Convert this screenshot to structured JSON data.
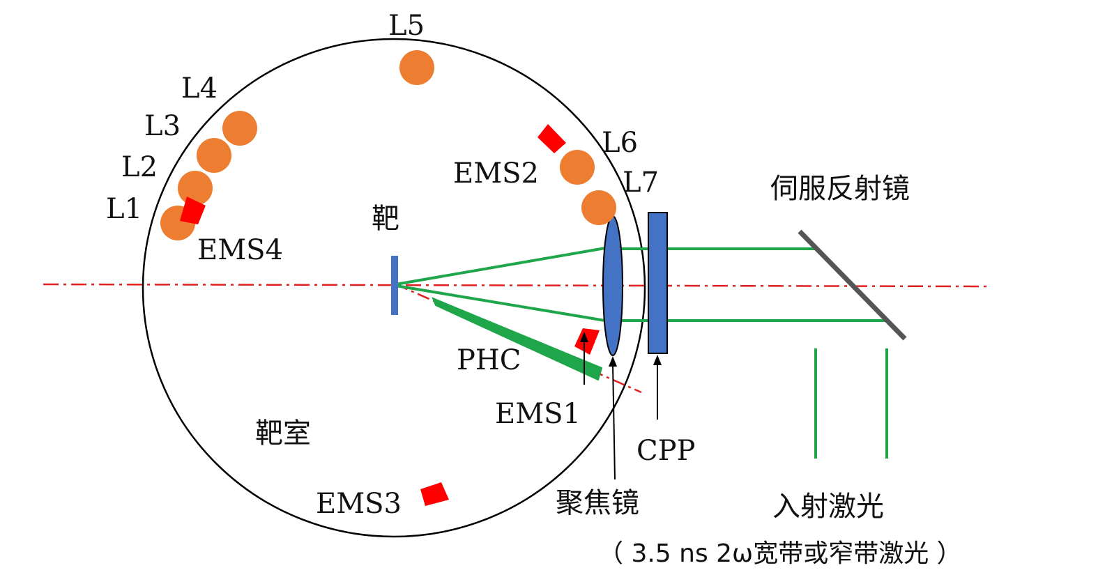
{
  "labels": {
    "l1": "L1",
    "l2": "L2",
    "l3": "L3",
    "l4": "L4",
    "l5": "L5",
    "l6": "L6",
    "l7": "L7",
    "ems1": "EMS1",
    "ems2": "EMS2",
    "ems3": "EMS3",
    "ems4": "EMS4",
    "target": "靶",
    "chamber": "靶室",
    "phc": "PHC",
    "lens": "聚焦镜",
    "cpp": "CPP",
    "mirror": "伺服反射镜",
    "incident": "入射激光",
    "laser_spec": "（ 3.5  ns  2ω宽带或窄带激光 ）"
  },
  "colors": {
    "orange": "#ed7d31",
    "red": "#ff0000",
    "green": "#1fa64a",
    "blue": "#4472c4",
    "mirror_gray": "#555555",
    "outline": "#000000",
    "axis_red": "#e02020"
  }
}
